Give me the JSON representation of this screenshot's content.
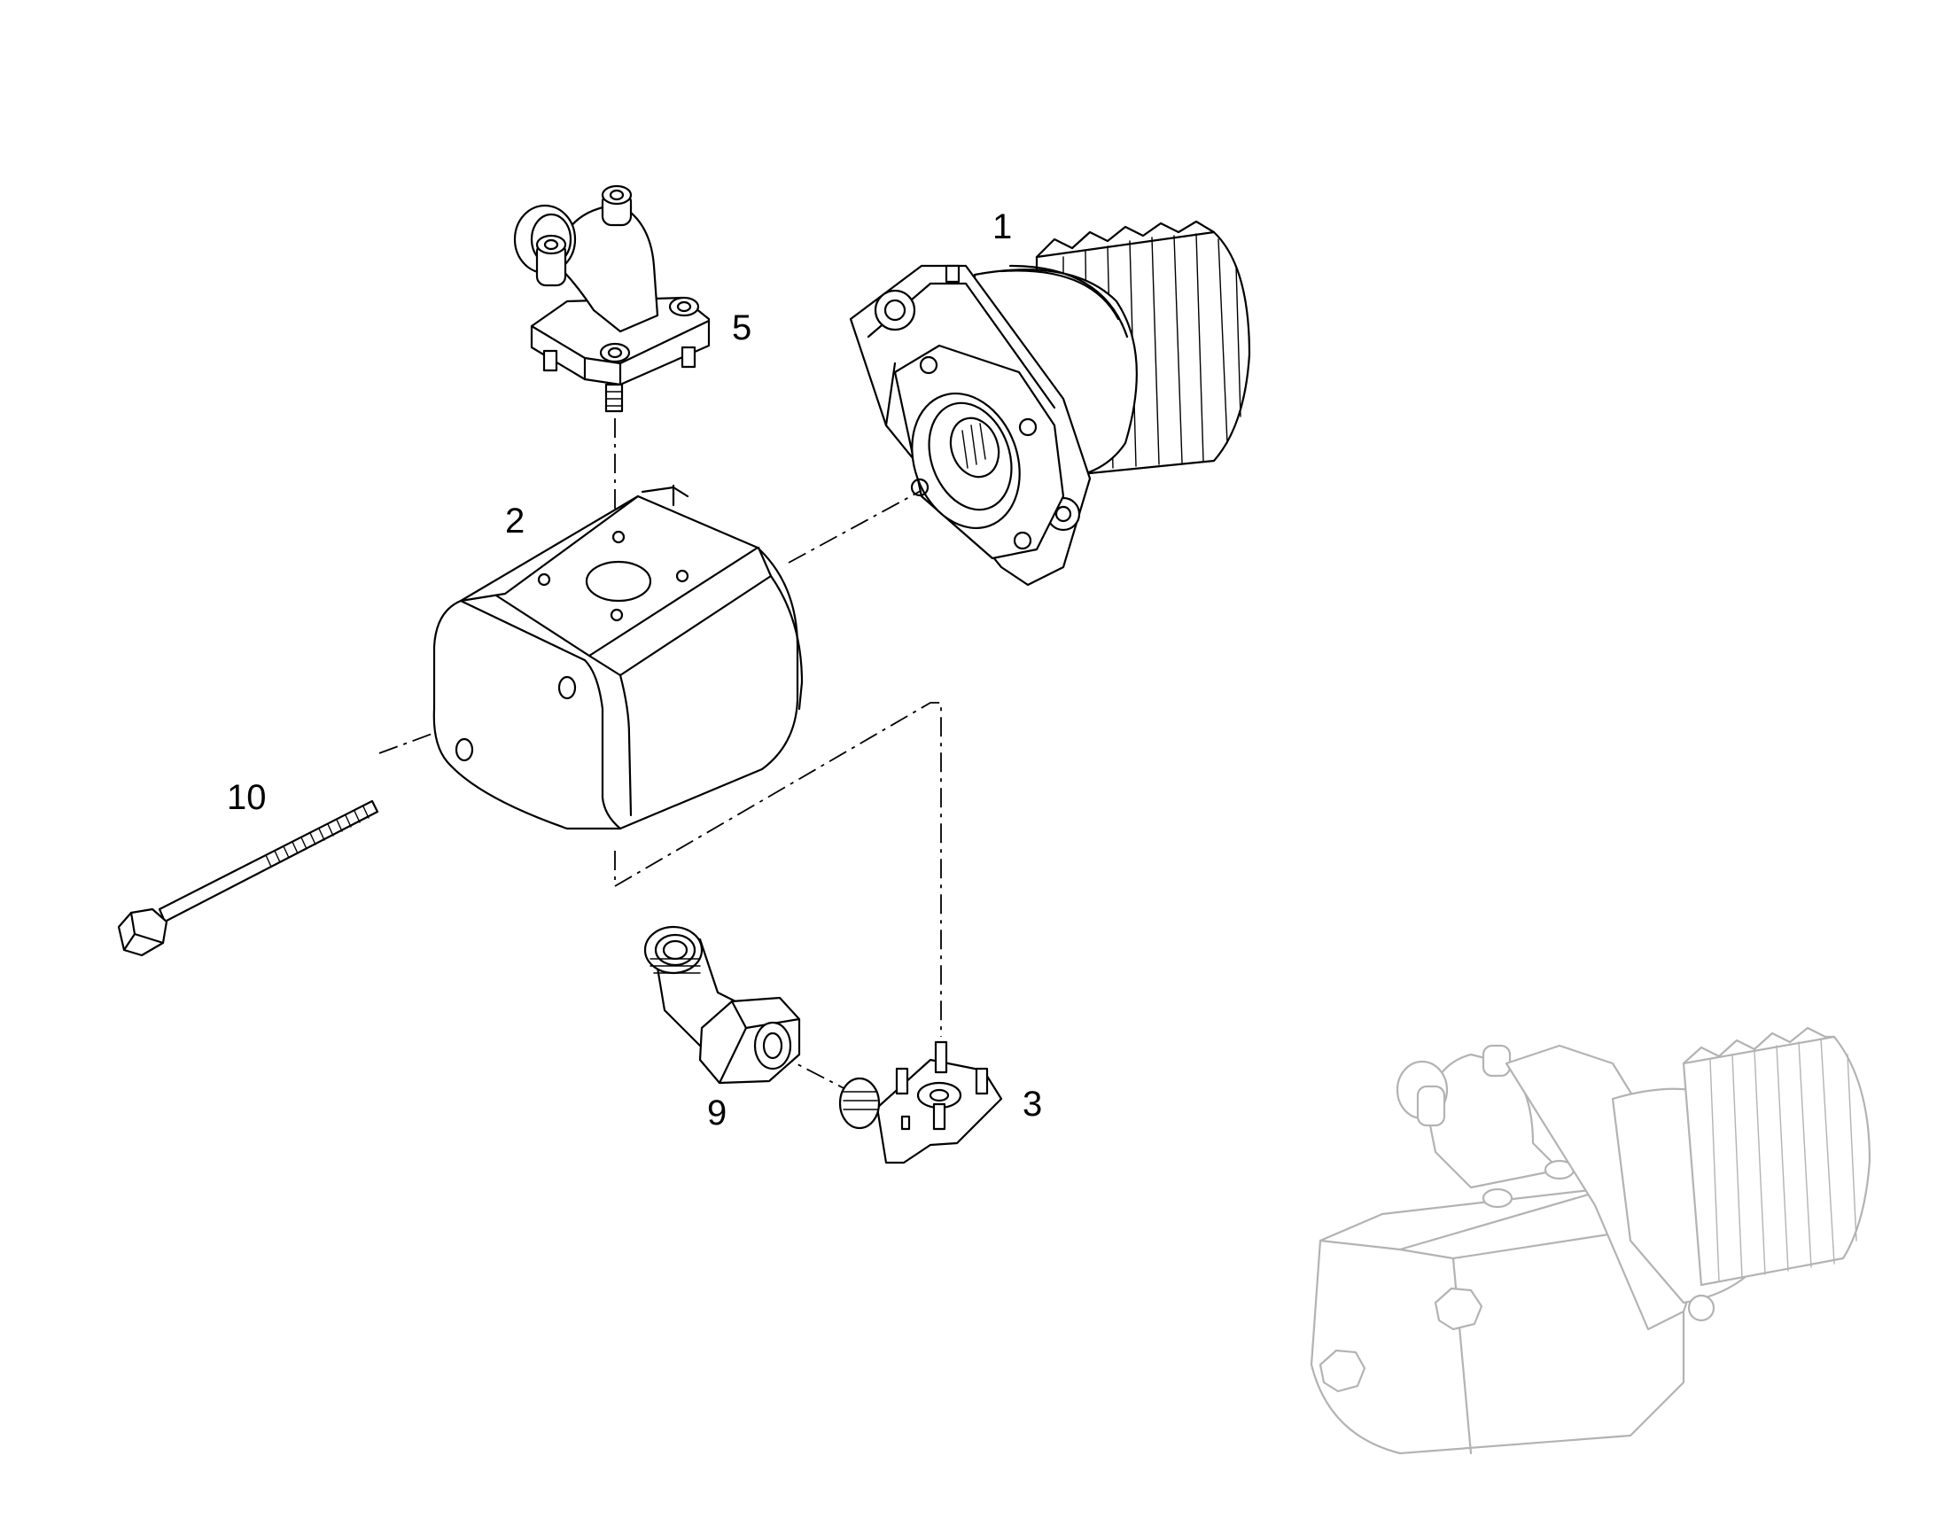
{
  "callouts": {
    "c1": "1",
    "c2": "2",
    "c3": "3",
    "c5": "5",
    "c9": "9",
    "c10": "10"
  }
}
